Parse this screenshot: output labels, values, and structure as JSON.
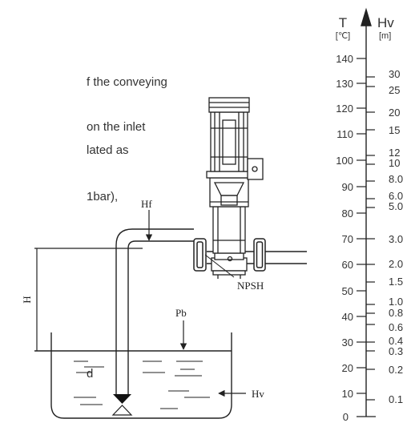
{
  "text_fragments": [
    "f the conveying",
    "on the inlet",
    "lated as",
    "1bar),",
    "d"
  ],
  "diagram": {
    "labels": {
      "hf": "Hf",
      "h": "H",
      "pb": "Pb",
      "hv": "Hv",
      "npsh": "NPSH"
    }
  },
  "scale": {
    "t_title": "T",
    "t_unit": "[℃]",
    "hv_title": "Hv",
    "hv_unit": "[m]",
    "t_ticks": [
      "140",
      "130",
      "120",
      "110",
      "100",
      "90",
      "80",
      "70",
      "60",
      "50",
      "40",
      "30",
      "20",
      "10",
      "0"
    ],
    "hv_ticks": [
      "30",
      "25",
      "20",
      "15",
      "12",
      "10",
      "8.0",
      "6.0",
      "5.0",
      "3.0",
      "2.0",
      "1.5",
      "1.0",
      "0.8",
      "0.6",
      "0.4",
      "0.3",
      "0.2",
      "0.1"
    ]
  },
  "colors": {
    "ink": "#222222",
    "text": "#333333"
  }
}
